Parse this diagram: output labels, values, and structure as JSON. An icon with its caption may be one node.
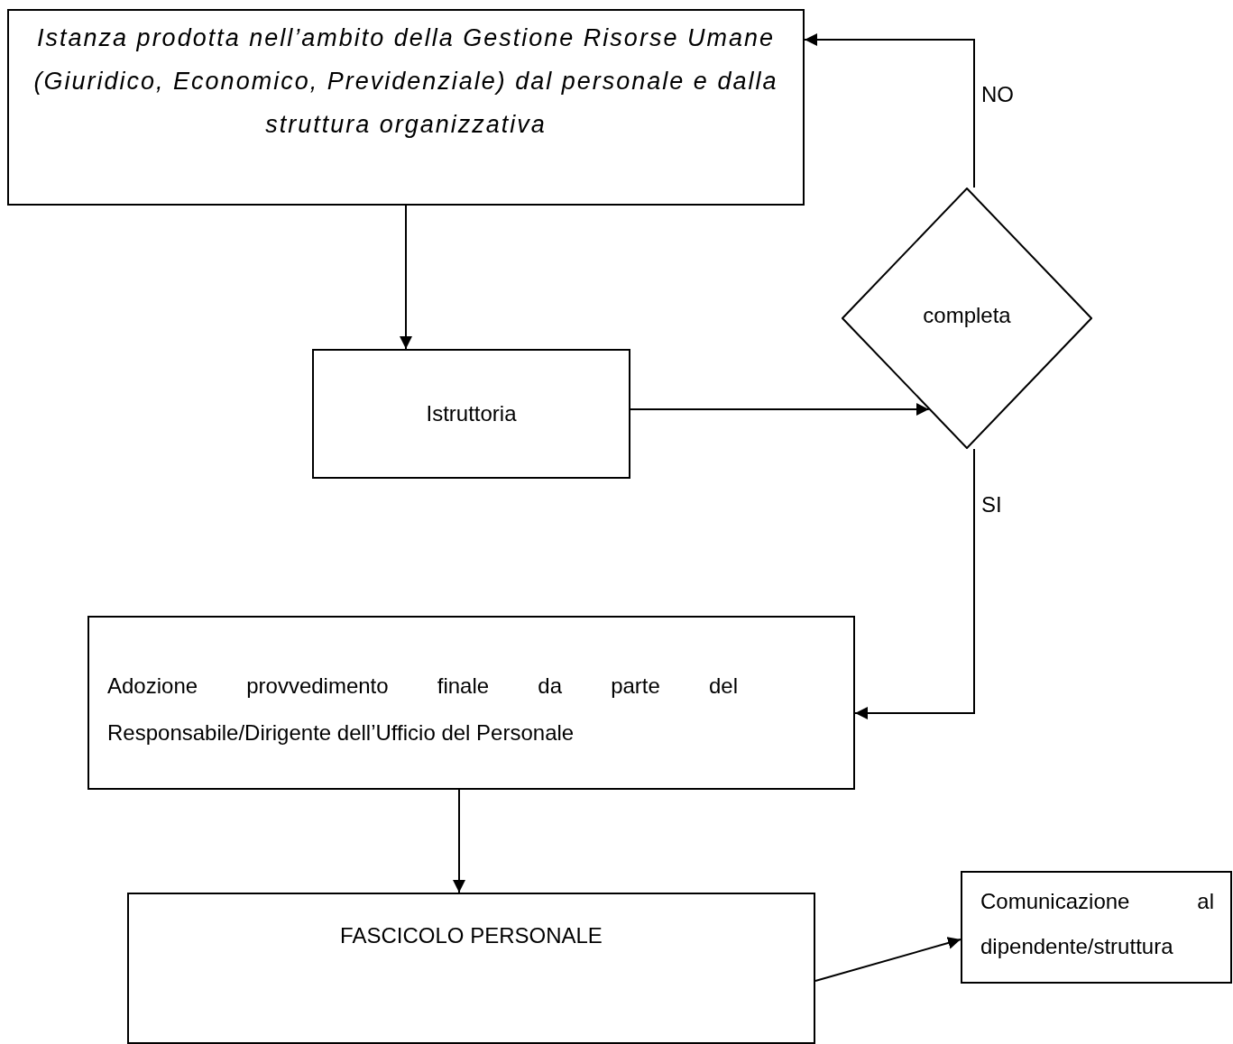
{
  "diagram": {
    "nodes": [
      {
        "text": [
          "Istanza prodotta nell’ambito della Gestione Risorse Umane (Giuridico, Economico, Previdenziale) dal personale e dalla struttura organizzativa"
        ]
      },
      {
        "text": [
          "Istruttoria"
        ]
      },
      {
        "text": [
          "completa"
        ]
      },
      {
        "text": [
          "Adozione provvedimento finale da parte del Responsabile/Dirigente dell’Ufficio del Personale"
        ]
      },
      {
        "text": [
          "FASCICOLO PERSONALE"
        ]
      },
      {
        "text": [
          "Comunicazione al dipendente/struttura"
        ]
      }
    ],
    "edges": [
      {
        "from": 0,
        "to": 1,
        "arrow": "to"
      },
      {
        "from": 1,
        "to": 2,
        "arrow": "to"
      },
      {
        "from": 2,
        "to": 0,
        "arrow": "to",
        "label": "NO"
      },
      {
        "from": 2,
        "to": 3,
        "arrow": "to",
        "label": "SI"
      },
      {
        "from": 3,
        "to": 4,
        "arrow": "to"
      },
      {
        "from": 4,
        "to": 5,
        "arrow": "to"
      }
    ]
  }
}
